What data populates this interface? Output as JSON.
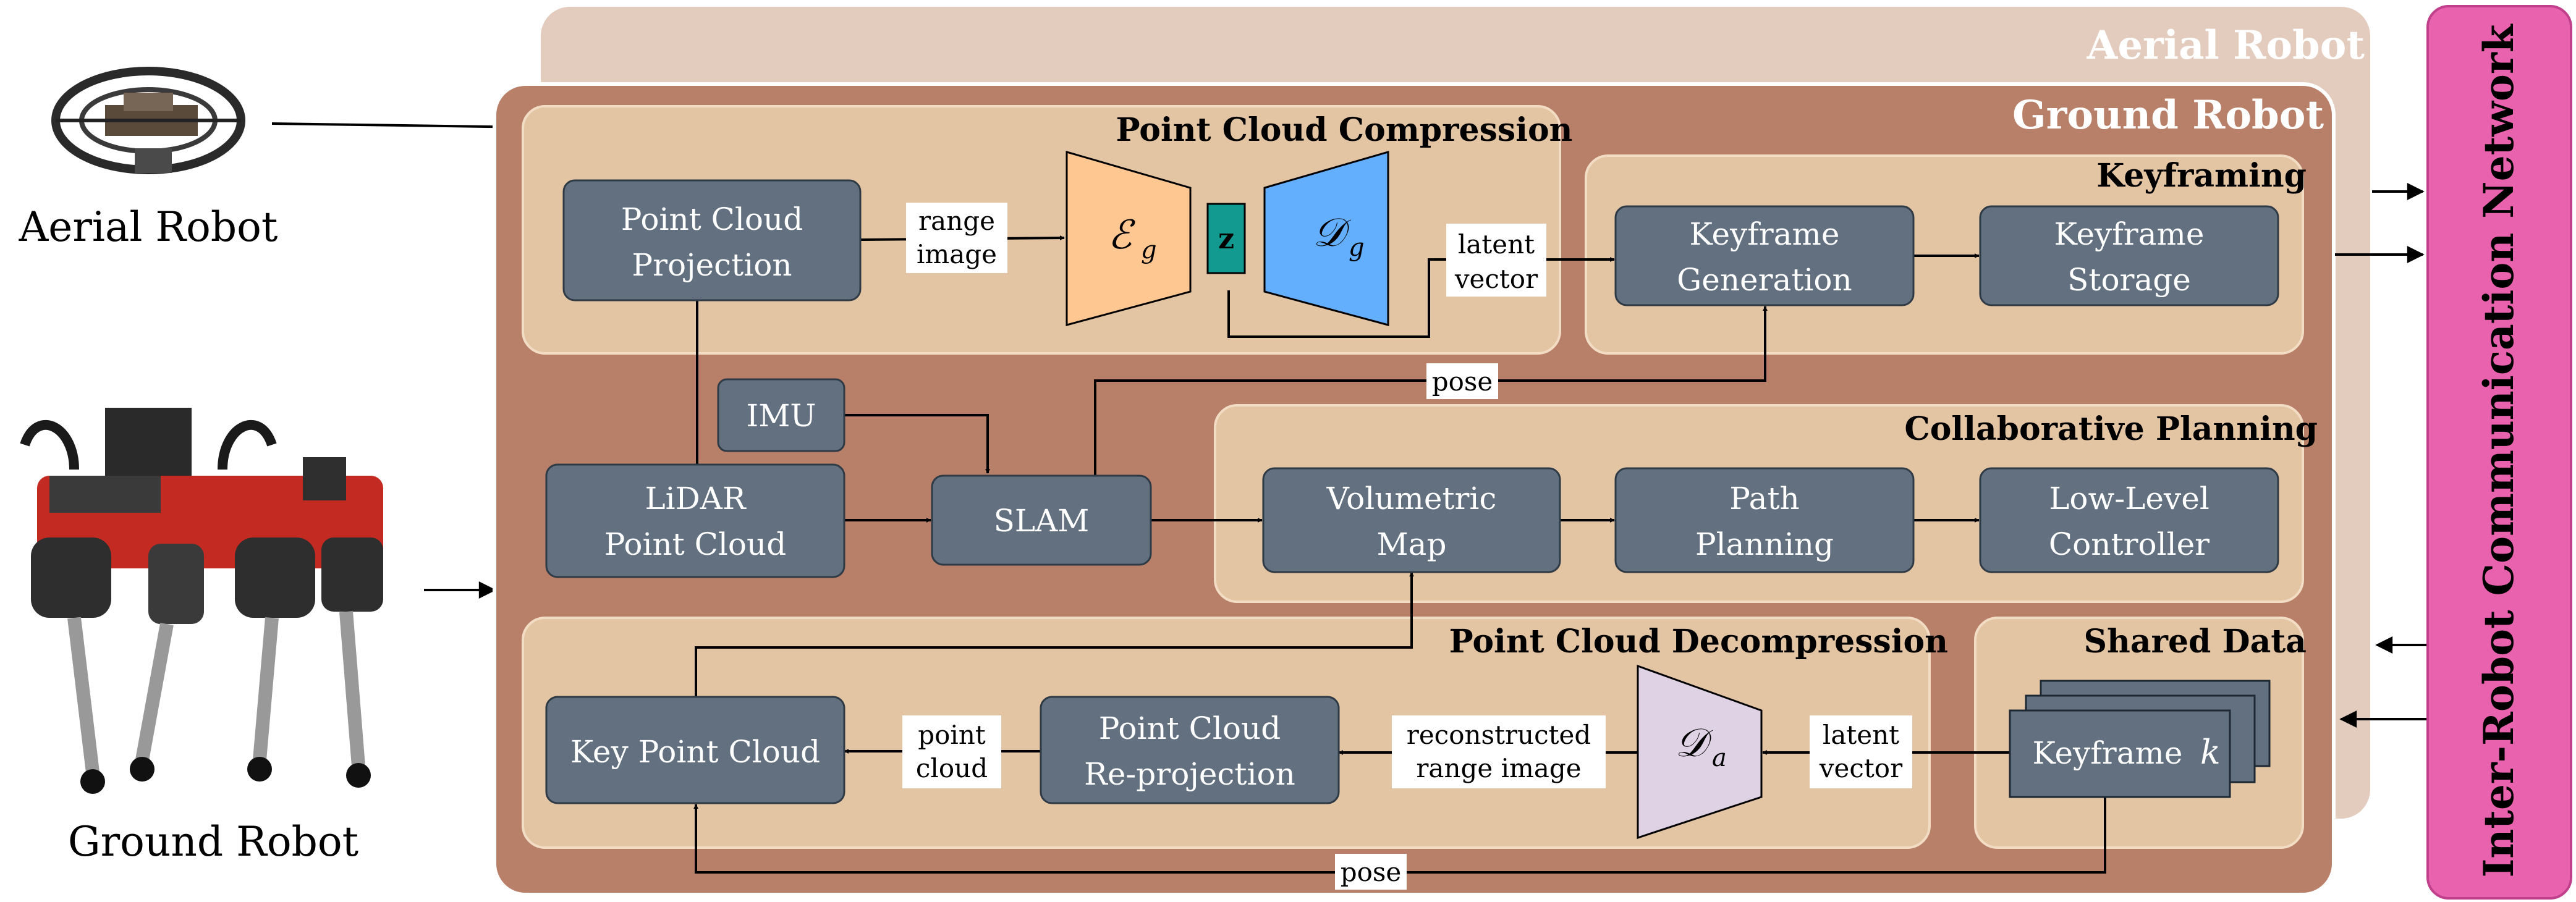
{
  "robots": {
    "aerial": "Aerial Robot",
    "ground": "Ground Robot"
  },
  "network": {
    "title": "Inter-Robot Communication Network"
  },
  "panels": {
    "compression": "Point Cloud Compression",
    "keyframing": "Keyframing",
    "planning": "Collaborative Planning",
    "decompression": "Point Cloud Decompression",
    "shared": "Shared Data"
  },
  "nodes": {
    "projection": [
      "Point Cloud",
      "Projection"
    ],
    "imu": "IMU",
    "lidar": [
      "LiDAR",
      "Point Cloud"
    ],
    "slam": "SLAM",
    "volumetric": [
      "Volumetric",
      "Map"
    ],
    "path": [
      "Path",
      "Planning"
    ],
    "controller": [
      "Low-Level",
      "Controller"
    ],
    "kf_gen": [
      "Keyframe",
      "Generation"
    ],
    "kf_store": [
      "Keyframe",
      "Storage"
    ],
    "key_pc": "Key Point Cloud",
    "reprojection": [
      "Point Cloud",
      "Re-projection"
    ],
    "keyframe_k": "Keyframe"
  },
  "symbols": {
    "encoder": "ℰ",
    "encoder_sub": "g",
    "z": "z",
    "decoder": "𝒟",
    "decoder_sub": "g",
    "decoder_a": "𝒟",
    "decoder_a_sub": "a",
    "k": "k"
  },
  "edge_labels": {
    "range_image": [
      "range",
      "image"
    ],
    "latent_vector_top": [
      "latent",
      "vector"
    ],
    "pose_top": "pose",
    "point_cloud": [
      "point",
      "cloud"
    ],
    "reconstructed": [
      "reconstructed",
      "range image"
    ],
    "latent_vector_bottom": [
      "latent",
      "vector"
    ],
    "pose_bottom": "pose"
  },
  "colors": {
    "aerial_panel": "#e3cbbd",
    "ground_panel": "#b98069",
    "sub_panel": "#e3c4a3",
    "node": "#62707f",
    "encoder": "#fec690",
    "decoder_g": "#64aefe",
    "latent_z": "#129a91",
    "decoder_a": "#dfd2e4",
    "network": "#e862ad"
  }
}
